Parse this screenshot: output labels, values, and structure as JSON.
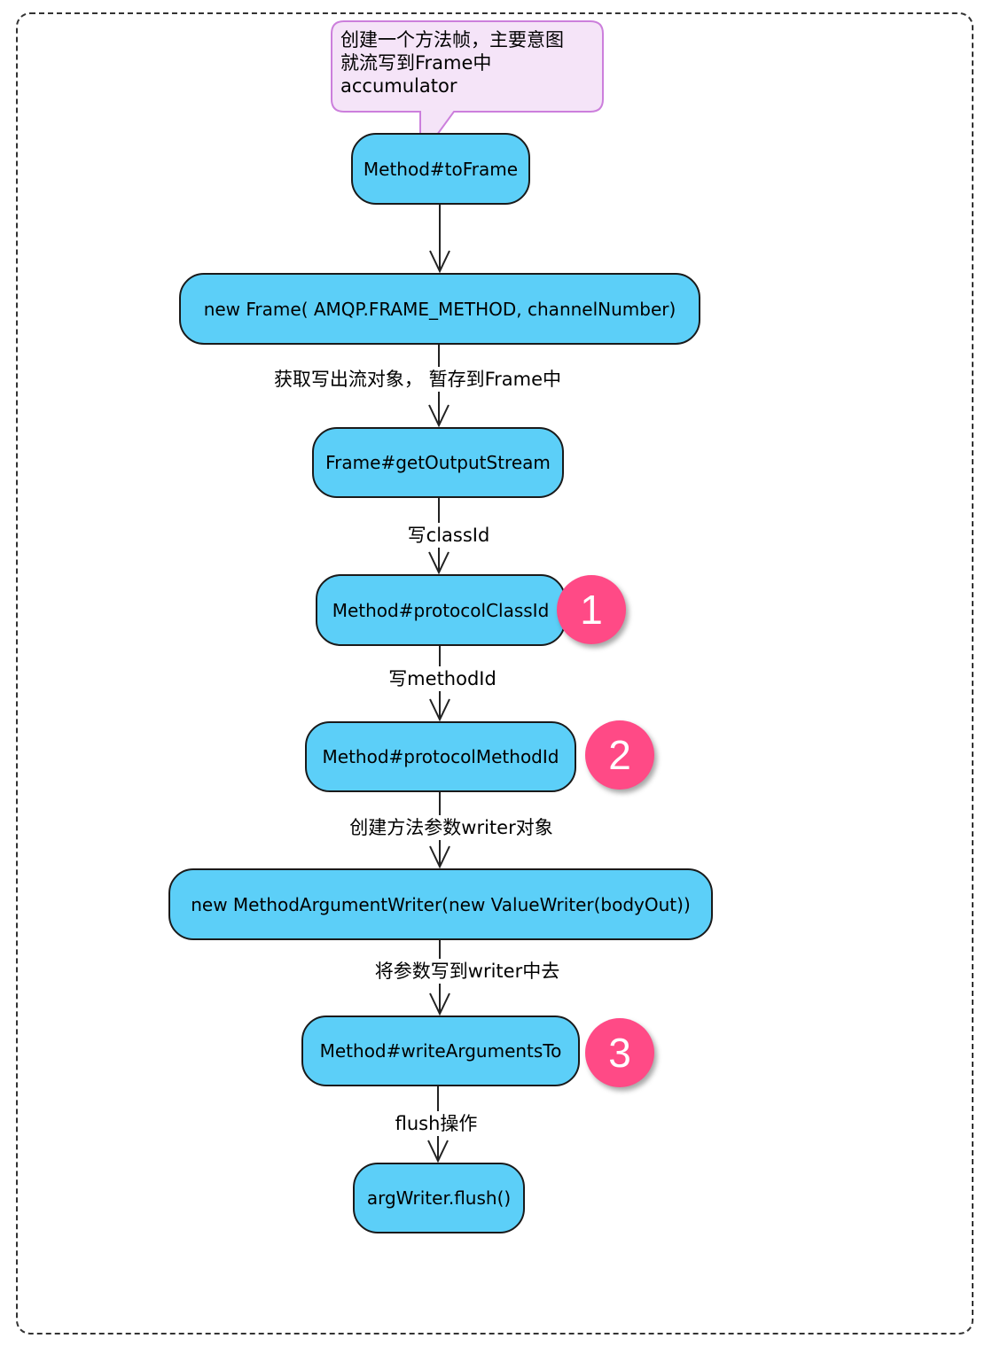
{
  "note": {
    "lines": [
      "创建一个方法帧，主要意图",
      "就流写到Frame中",
      "accumulator"
    ]
  },
  "nodes": {
    "to_frame": "Method#toFrame",
    "new_frame": "new Frame( AMQP.FRAME_METHOD, channelNumber)",
    "get_output_stream": "Frame#getOutputStream",
    "protocol_class_id": "Method#protocolClassId",
    "protocol_method_id": "Method#protocolMethodId",
    "new_writer": "new MethodArgumentWriter(new ValueWriter(bodyOut))",
    "write_arguments_to": "Method#writeArgumentsTo",
    "flush": "argWriter.flush()"
  },
  "edges": {
    "e2": "获取写出流对象，  暂存到Frame中",
    "e3": "写classId",
    "e4": "写methodId",
    "e5": "创建方法参数writer对象",
    "e6": "将参数写到writer中去",
    "e7": "flush操作"
  },
  "badges": {
    "b1": "1",
    "b2": "2",
    "b3": "3"
  },
  "colors": {
    "node_fill": "#5ccff8",
    "note_fill": "#f5e4f8",
    "note_border": "#cc7fdc",
    "badge_fill": "#ff4a86"
  }
}
